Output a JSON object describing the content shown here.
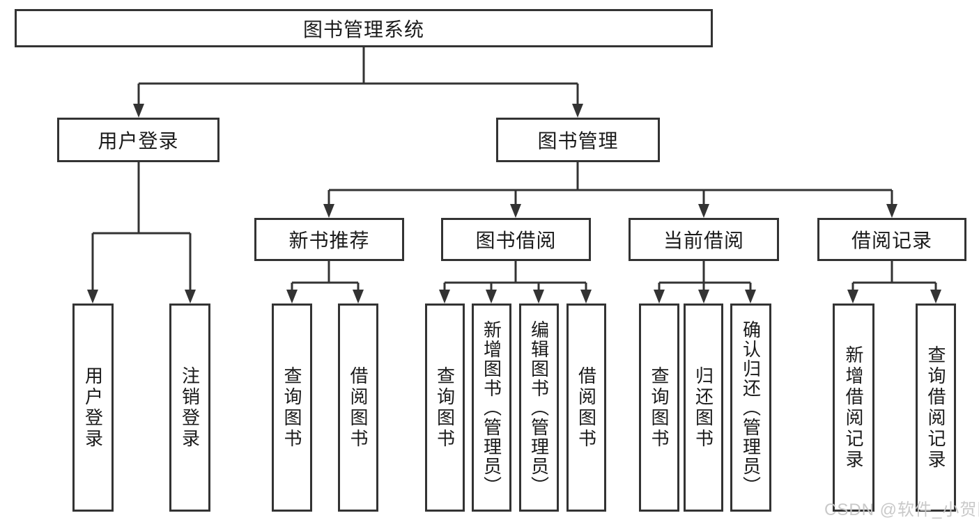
{
  "diagram": {
    "root": {
      "label": "图书管理系统"
    },
    "level2": {
      "user_login": {
        "label": "用户登录"
      },
      "book_management": {
        "label": "图书管理"
      }
    },
    "level3": {
      "new_book_recommend": {
        "label": "新书推荐"
      },
      "book_borrow": {
        "label": "图书借阅"
      },
      "current_borrow": {
        "label": "当前借阅"
      },
      "borrow_records": {
        "label": "借阅记录"
      }
    },
    "leaves": {
      "user_login": {
        "label": "用户登录"
      },
      "logout": {
        "label": "注销登录"
      },
      "query_book_recommend": {
        "label": "查询图书"
      },
      "borrow_book_recommend": {
        "label": "借阅图书"
      },
      "query_book_borrow": {
        "label": "查询图书"
      },
      "add_book_admin": {
        "label": "新增图书（管理员）"
      },
      "edit_book_admin": {
        "label": "编辑图书（管理员）"
      },
      "borrow_book_borrow": {
        "label": "借阅图书"
      },
      "query_book_current": {
        "label": "查询图书"
      },
      "return_book": {
        "label": "归还图书"
      },
      "confirm_return_admin": {
        "label": "确认归还（管理员）"
      },
      "add_borrow_record": {
        "label": "新增借阅记录"
      },
      "query_borrow_record": {
        "label": "查询借阅记录"
      }
    }
  },
  "watermark": {
    "text": "CSDN @软件_小贺同学"
  },
  "colors": {
    "line": "#333333",
    "text": "#1a1a1a",
    "watermark": "#c6c6c6",
    "background": "#ffffff"
  }
}
